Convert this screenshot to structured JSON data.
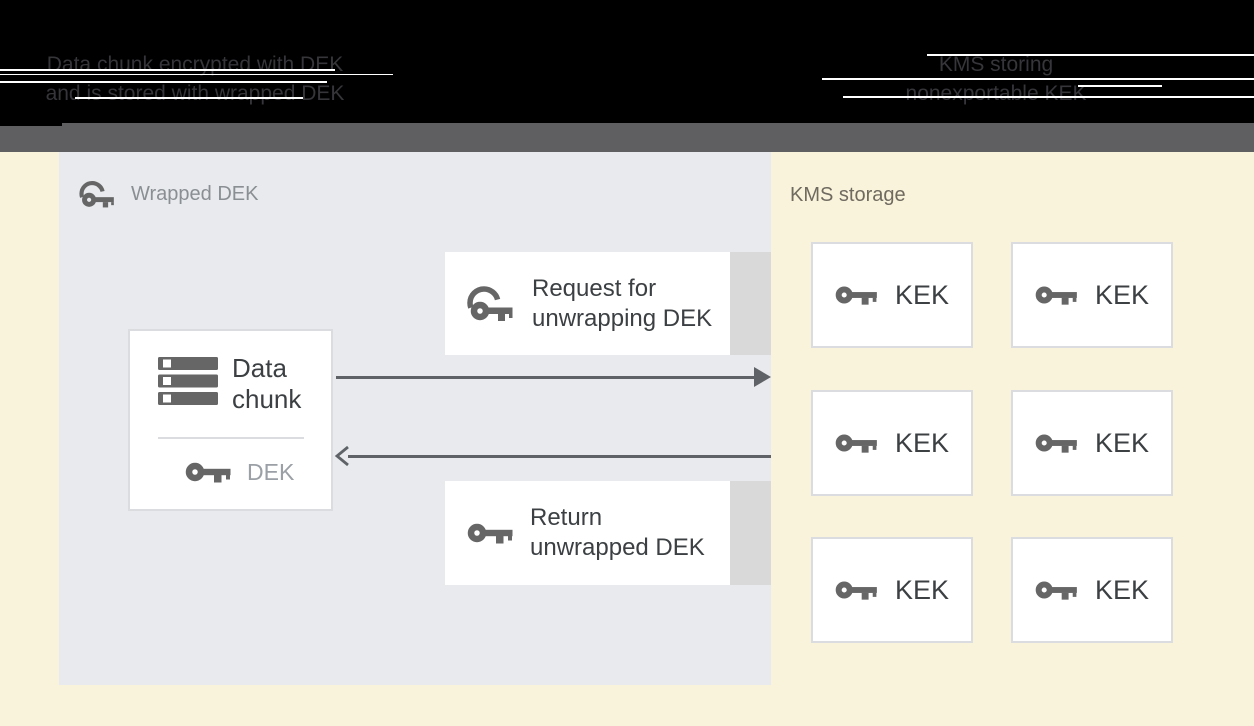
{
  "header": {
    "left_label": {
      "line1": "Data chunk encrypted with DEK",
      "line2": "and is stored with wrapped DEK"
    },
    "right_label": {
      "line1": "KMS storing",
      "line2": "nonexportable KEK"
    }
  },
  "wrapped_dek_panel": {
    "label": "Wrapped DEK",
    "data_chunk_box": {
      "line1": "Data",
      "line2": "chunk",
      "dek_label": "DEK"
    },
    "request_box": {
      "line1": "Request for",
      "line2": "unwrapping DEK"
    },
    "return_box": {
      "line1": "Return",
      "line2": "unwrapped DEK"
    }
  },
  "kms_panel": {
    "label": "KMS storage",
    "keks": [
      {
        "label": "KEK"
      },
      {
        "label": "KEK"
      },
      {
        "label": "KEK"
      },
      {
        "label": "KEK"
      },
      {
        "label": "KEK"
      },
      {
        "label": "KEK"
      }
    ]
  },
  "icons": {
    "wrapped_key": "wrapped-key-icon",
    "key": "key-icon",
    "data_chunk": "storage-stack-icon",
    "arrow_right": "arrow-right-icon",
    "arrow_left": "arrow-left-icon"
  },
  "colors": {
    "background_cream": "#FAF3DB",
    "panel_gray_blue": "#E8EAED",
    "box_white": "#FFFFFF",
    "box_border": "#DADCE0",
    "shadow_strip": "#D9D9D9",
    "icon_gray": "#666666",
    "arrow_gray": "#5F6368",
    "text_dark": "#3C4043",
    "text_muted": "#9AA0A6",
    "label_muted": "#8A8F94",
    "header_black": "#000000",
    "header_bar_gray": "#5F5F61"
  }
}
